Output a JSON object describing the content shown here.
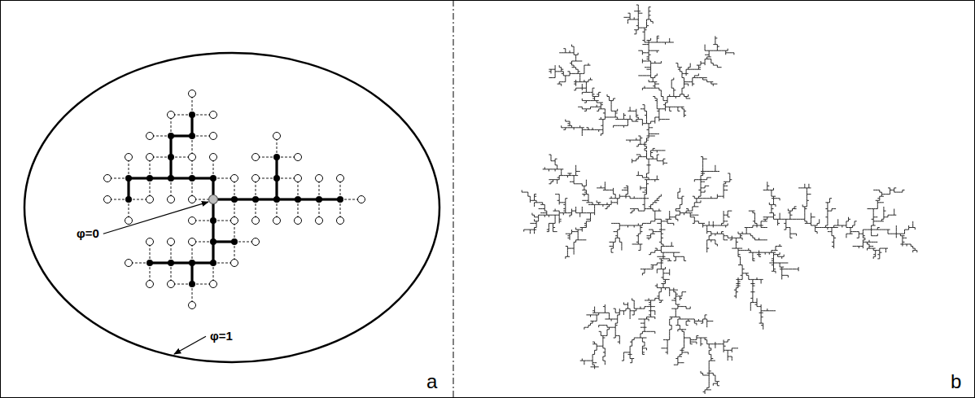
{
  "diagram": {
    "labels": [
      "φ=0",
      "φ=1",
      "a",
      "b"
    ]
  }
}
